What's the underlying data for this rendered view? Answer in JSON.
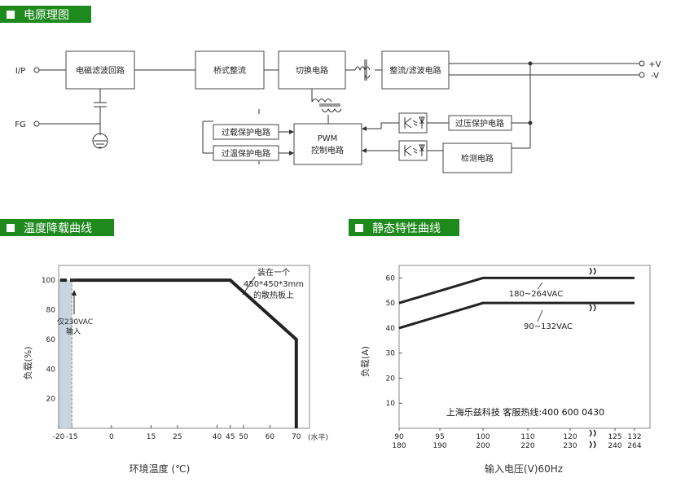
{
  "sections": {
    "schematic": "电原理图",
    "derating": "温度降载曲线",
    "static": "静态特性曲线"
  },
  "schematic": {
    "input_ip": "I/P",
    "input_fg": "FG",
    "out_pos": "+V",
    "out_neg": "-V",
    "blocks": {
      "emi": "电磁滤波回路",
      "bridge": "桥式整流",
      "switch": "切换电路",
      "rectfilter": "整流/滤波电路",
      "overload": "过载保护电路",
      "overtemp": "过温保护电路",
      "pwm_line1": "PWM",
      "pwm_line2": "控制电路",
      "overvolt": "过压保护电路",
      "detect": "检测电路"
    }
  },
  "chart_data": [
    {
      "type": "line",
      "title": "",
      "xlabel": "环境温度 (℃)",
      "ylabel": "负载(%)",
      "xlim": [
        -20,
        75
      ],
      "ylim": [
        0,
        110
      ],
      "x_ticks": [
        -20,
        -15,
        0,
        15,
        25,
        40,
        45,
        50,
        60,
        70
      ],
      "x_unit_note": "(水平)",
      "y_ticks": [
        20,
        40,
        60,
        80,
        100
      ],
      "series": [
        {
          "x": [
            -15,
            45,
            70,
            70
          ],
          "y": [
            100,
            100,
            60,
            0
          ]
        }
      ],
      "dashed_segment": {
        "x": [
          -20,
          -15
        ],
        "y": [
          100,
          100
        ]
      },
      "shaded_region": {
        "x": [
          -20,
          -15
        ]
      },
      "annotations": {
        "only230_l1": "仅230VAC",
        "only230_l2": "输入",
        "mount_l1": "装在一个",
        "mount_l2": "450*450*3mm",
        "mount_l3": "的散热板上"
      }
    },
    {
      "type": "line",
      "title": "",
      "xlabel": "输入电压(V)60Hz",
      "ylabel": "负载(A)",
      "ylim": [
        0,
        65
      ],
      "y_ticks": [
        10,
        20,
        30,
        40,
        50,
        60
      ],
      "x_ticks_top": [
        "90",
        "95",
        "100",
        "110",
        "120",
        "125",
        "132"
      ],
      "x_ticks_bottom": [
        "180",
        "190",
        "200",
        "220",
        "230",
        "240",
        "264"
      ],
      "series": [
        {
          "name": "180~264VAC",
          "x": [
            180,
            200,
            264
          ],
          "y": [
            50,
            60,
            60
          ]
        },
        {
          "name": "90~132VAC",
          "x": [
            90,
            100,
            132
          ],
          "y": [
            40,
            50,
            50
          ]
        }
      ],
      "watermark": "上海乐兹科技 客服热线:400 600 0430"
    }
  ]
}
